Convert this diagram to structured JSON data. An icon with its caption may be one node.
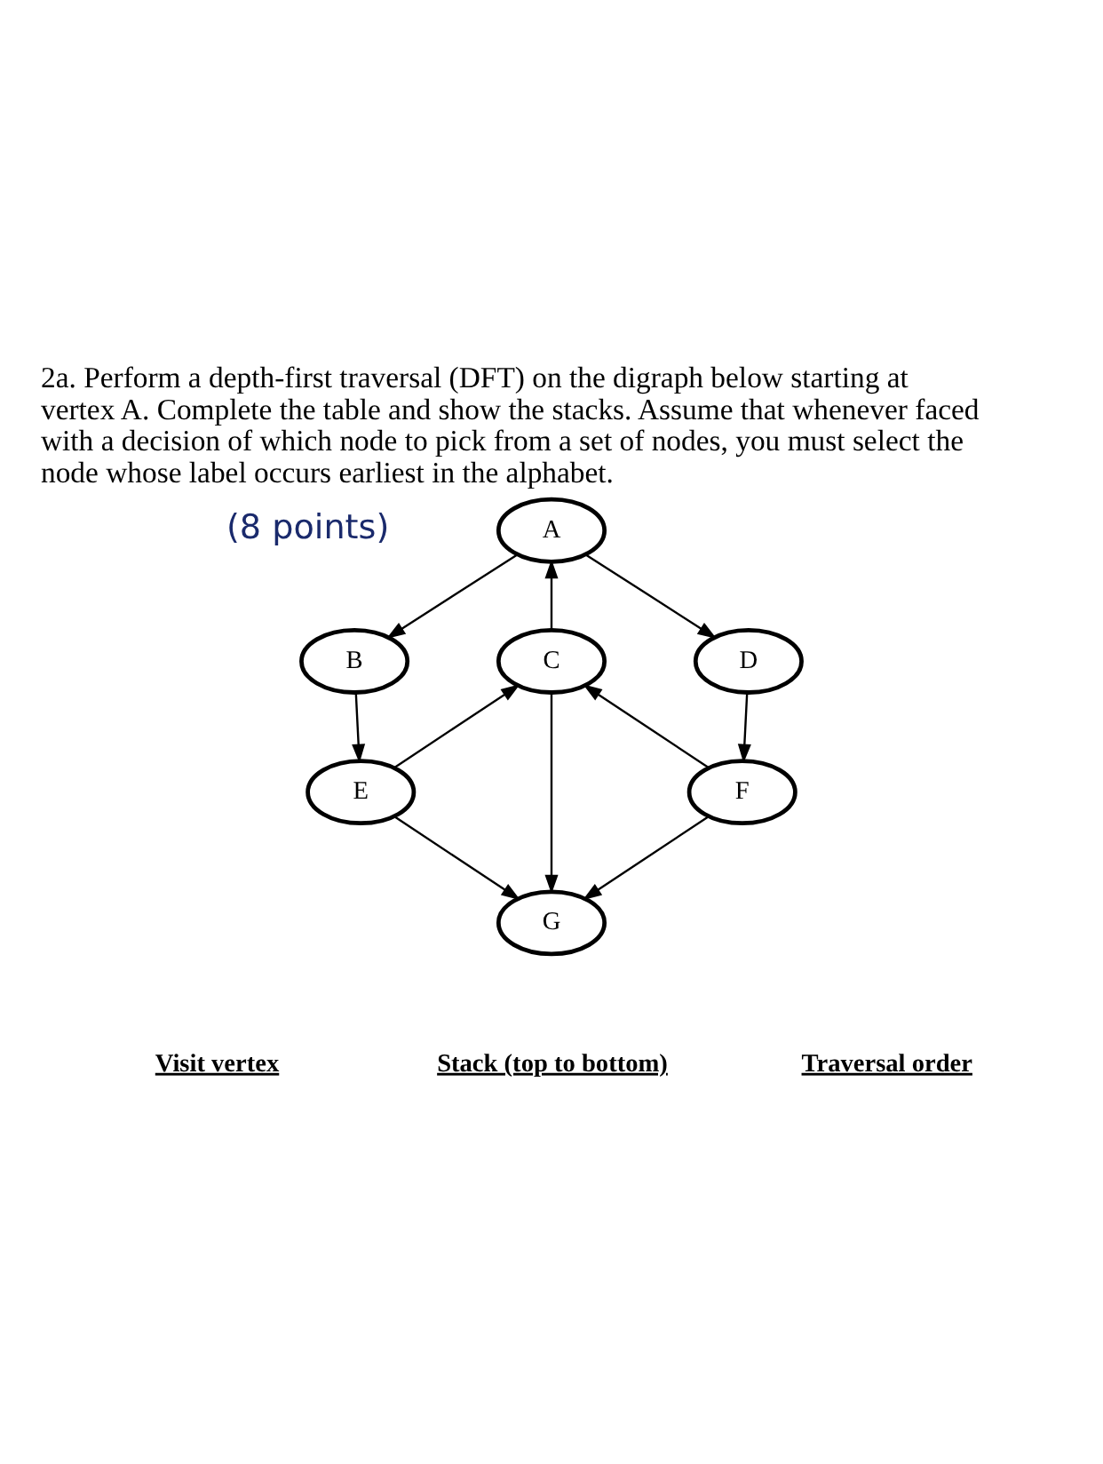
{
  "diagram": {
    "title": "2a. Perform a depth-first traversal (DFT) on the digraph below starting at vertex A. Complete the table and show the stacks. Assume that whenever faced with a decision of which node to pick from a set of nodes, you must select the node whose label occurs earliest in the alphabet.",
    "nodes": [
      {
        "text": [
          "A"
        ]
      },
      {
        "text": [
          "B"
        ]
      },
      {
        "text": [
          "C"
        ]
      },
      {
        "text": [
          "D"
        ]
      },
      {
        "text": [
          "E"
        ]
      },
      {
        "text": [
          "F"
        ]
      },
      {
        "text": [
          "G"
        ]
      }
    ],
    "edges": [
      {
        "from": 0,
        "to": 1,
        "arrow": "to"
      },
      {
        "from": 0,
        "to": 3,
        "arrow": "to"
      },
      {
        "from": 2,
        "to": 0,
        "arrow": "to"
      },
      {
        "from": 1,
        "to": 4,
        "arrow": "to"
      },
      {
        "from": 4,
        "to": 2,
        "arrow": "to"
      },
      {
        "from": 5,
        "to": 2,
        "arrow": "to"
      },
      {
        "from": 3,
        "to": 5,
        "arrow": "to"
      },
      {
        "from": 2,
        "to": 6,
        "arrow": "to"
      },
      {
        "from": 4,
        "to": 6,
        "arrow": "to"
      },
      {
        "from": 5,
        "to": 6,
        "arrow": "to"
      }
    ],
    "labels": [
      "(8 points)",
      "Visit vertex",
      "Stack (top to bottom)",
      "Traversal order"
    ]
  }
}
